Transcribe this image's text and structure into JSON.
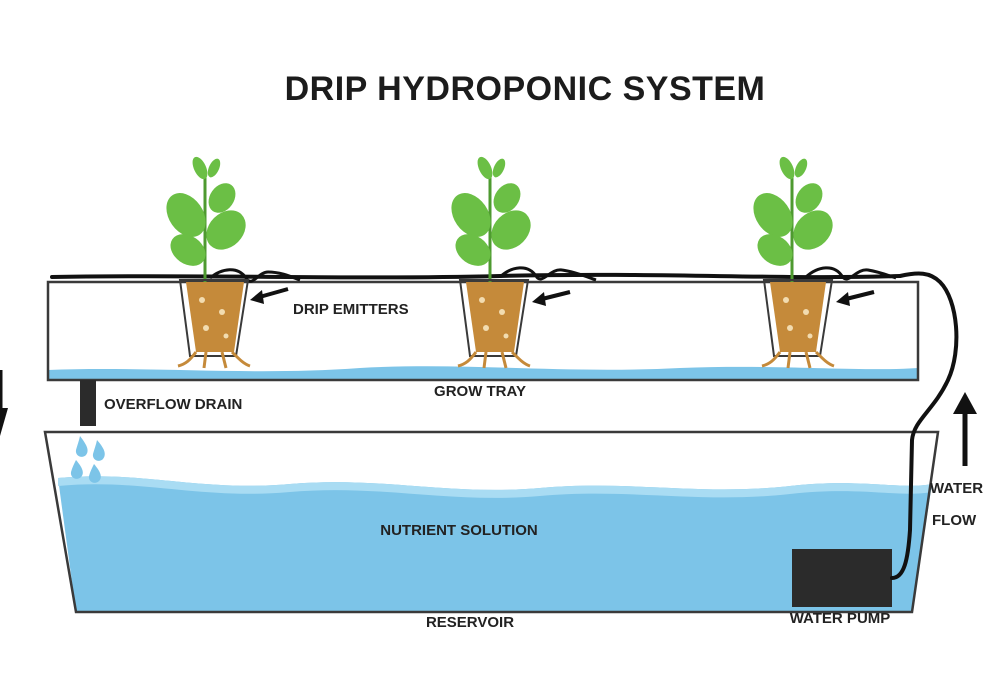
{
  "title": "DRIP HYDROPONIC SYSTEM",
  "labels": {
    "drip_emitters": "DRIP EMITTERS",
    "grow_tray": "GROW TRAY",
    "overflow_drain": "OVERFLOW DRAIN",
    "nutrient_solution": "NUTRIENT SOLUTION",
    "reservoir": "RESERVOIR",
    "water_pump": "WATER PUMP",
    "water_flow_line1": "WATER",
    "water_flow_line2": "FLOW"
  },
  "colors": {
    "water": "#7cc4e8",
    "water_light": "#a9dcf3",
    "leaf": "#6bbf45",
    "leaf_dark": "#4e9a30",
    "pot_media": "#c58a3a",
    "pump": "#2b2b2b",
    "tube": "#111111",
    "outline": "#3a3a3a"
  },
  "icons": [
    "plant-icon",
    "net-pot-icon",
    "arrow-icon",
    "water-drop-icon",
    "pump-icon"
  ]
}
